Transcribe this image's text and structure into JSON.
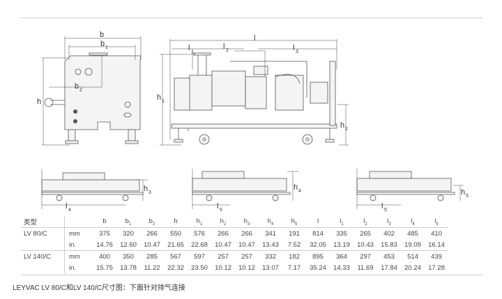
{
  "drawing": {
    "front_labels": [
      {
        "m": "b",
        "s": ""
      },
      {
        "m": "b",
        "s": "1"
      },
      {
        "m": "b",
        "s": "2"
      },
      {
        "m": "h",
        "s": ""
      }
    ],
    "side_labels": [
      {
        "m": "l",
        "s": ""
      },
      {
        "m": "l",
        "s": "1"
      },
      {
        "m": "l",
        "s": "2"
      },
      {
        "m": "l",
        "s": "3"
      },
      {
        "m": "h",
        "s": "1"
      },
      {
        "m": "h",
        "s": "2"
      }
    ],
    "small_labels": [
      {
        "m": "h",
        "s": "3"
      },
      {
        "m": "l",
        "s": "4"
      },
      {
        "m": "h",
        "s": "4"
      },
      {
        "m": "l",
        "s": "5"
      },
      {
        "m": "h",
        "s": "5"
      },
      {
        "m": "l",
        "s": "5"
      }
    ]
  },
  "table": {
    "header_label": "类型",
    "columns": [
      {
        "m": "b",
        "s": ""
      },
      {
        "m": "b",
        "s": "1"
      },
      {
        "m": "b",
        "s": "2"
      },
      {
        "m": "h",
        "s": ""
      },
      {
        "m": "h",
        "s": "1"
      },
      {
        "m": "h",
        "s": "2"
      },
      {
        "m": "h",
        "s": "3"
      },
      {
        "m": "h",
        "s": "4"
      },
      {
        "m": "h",
        "s": "5"
      },
      {
        "m": "l",
        "s": ""
      },
      {
        "m": "l",
        "s": "1"
      },
      {
        "m": "l",
        "s": "2"
      },
      {
        "m": "l",
        "s": "3"
      },
      {
        "m": "l",
        "s": "4"
      },
      {
        "m": "l",
        "s": "5"
      }
    ],
    "rows": [
      {
        "model": "LV 80/C",
        "unit": "mm",
        "values": [
          "375",
          "320",
          "266",
          "550",
          "576",
          "266",
          "266",
          "341",
          "191",
          "814",
          "335",
          "265",
          "402",
          "485",
          "410"
        ]
      },
      {
        "model": "",
        "unit": "in.",
        "values": [
          "14.76",
          "12.60",
          "10.47",
          "21.65",
          "22.68",
          "10.47",
          "10.47",
          "13.43",
          "7.52",
          "32.05",
          "13.19",
          "10.43",
          "15.83",
          "19.09",
          "16.14"
        ]
      },
      {
        "model": "LV 140/C",
        "unit": "mm",
        "values": [
          "400",
          "350",
          "285",
          "567",
          "597",
          "257",
          "257",
          "332",
          "182",
          "895",
          "364",
          "297",
          "453",
          "514",
          "439"
        ]
      },
      {
        "model": "",
        "unit": "in.",
        "values": [
          "15.75",
          "13.78",
          "11.22",
          "22.32",
          "23.50",
          "10.12",
          "10.12",
          "13.07",
          "7.17",
          "35.24",
          "14.33",
          "11.69",
          "17.84",
          "20.24",
          "17.28"
        ]
      }
    ]
  },
  "caption": "LEYVAC LV 80/C和LV 140/C尺寸图：下面针对排气连接"
}
